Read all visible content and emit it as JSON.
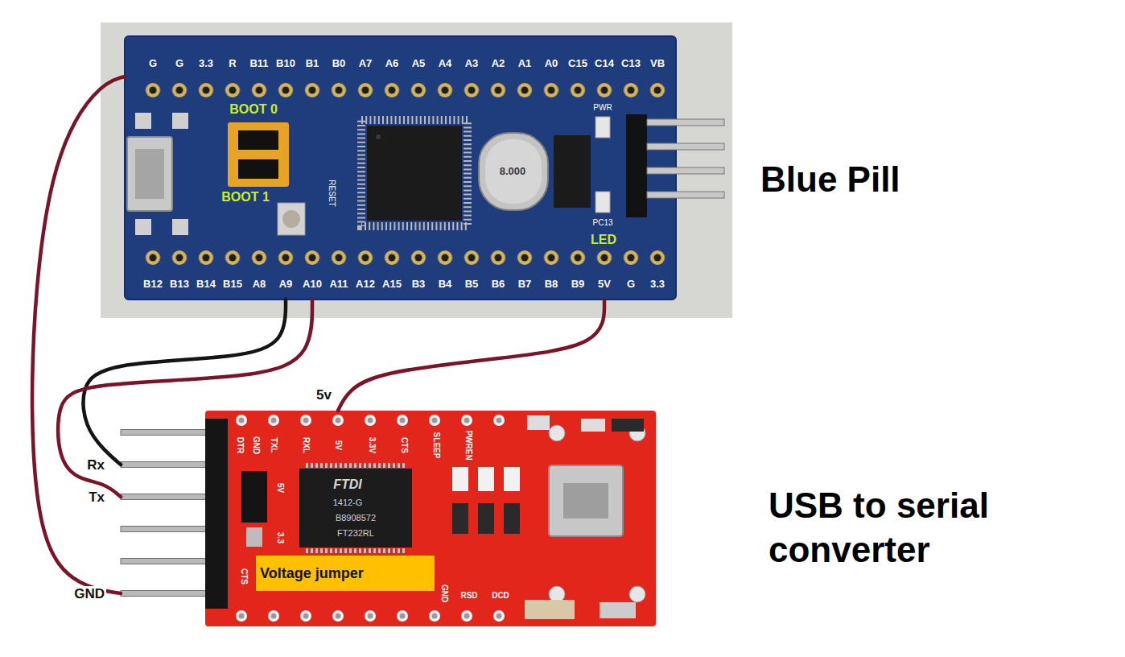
{
  "diagram": {
    "nodes": [
      {
        "text": [
          "Blue Pill"
        ]
      },
      {
        "text": [
          "USB to serial converter"
        ]
      }
    ],
    "edges": [
      {
        "from": 0,
        "to": 1,
        "arrow": "none",
        "label": "5v"
      },
      {
        "from": 0,
        "to": 1,
        "arrow": "none",
        "label": "Rx"
      },
      {
        "from": 0,
        "to": 1,
        "arrow": "none",
        "label": "Tx"
      },
      {
        "from": 0,
        "to": 1,
        "arrow": "none",
        "label": "GND"
      }
    ],
    "labels": [
      "G",
      "G",
      "3.3",
      "R",
      "B11",
      "B10",
      "B1",
      "B0",
      "A7",
      "A6",
      "A5",
      "A4",
      "A3",
      "A2",
      "A1",
      "A0",
      "C15",
      "C14",
      "C13",
      "VB",
      "BOOT 0",
      "PWR",
      "BOOT 1",
      "8.000",
      "RESET",
      "PC13",
      "LED",
      "B12",
      "B13",
      "B14",
      "B15",
      "A8",
      "A9",
      "A10",
      "A11",
      "A12",
      "A15",
      "B3",
      "B4",
      "B5",
      "B6",
      "B7",
      "B8",
      "B9",
      "5V",
      "G",
      "3.3",
      "DTR",
      "GND",
      "TXL",
      "RXL",
      "5V",
      "3.3V",
      "CTS",
      "SLEEP",
      "PWREN",
      "5V",
      "FTDI",
      "1412-G",
      "B8908572",
      "FT232RL",
      "3.3",
      "CTS",
      "Voltage jumper",
      "GND",
      "RSD",
      "DCD"
    ]
  }
}
